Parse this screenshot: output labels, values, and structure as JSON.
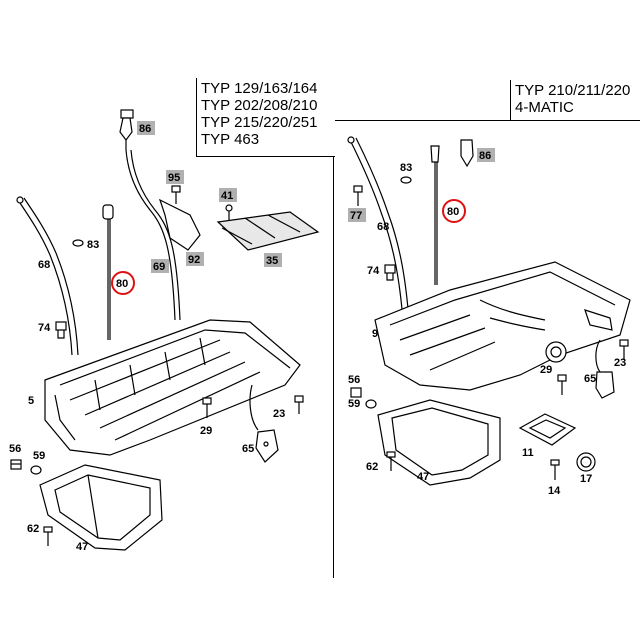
{
  "left_panel": {
    "typ_lines": [
      "TYP 129/163/164",
      "TYP 202/208/210",
      "TYP 215/220/251",
      "TYP 463"
    ]
  },
  "right_panel": {
    "typ_lines": [
      "TYP 210/211/220",
      "4-MATIC"
    ]
  },
  "callouts_left": {
    "c86": "86",
    "c95": "95",
    "c41": "41",
    "c83": "83",
    "c68": "68",
    "c69": "69",
    "c92": "92",
    "c35": "35",
    "c80": "80",
    "c74": "74",
    "c5": "5",
    "c29": "29",
    "c23": "23",
    "c65": "65",
    "c56": "56",
    "c59": "59",
    "c62": "62",
    "c47": "47"
  },
  "callouts_right": {
    "c86": "86",
    "c83": "83",
    "c77": "77",
    "c68": "68",
    "c80": "80",
    "c74": "74",
    "c9": "9",
    "c23": "23",
    "c56": "56",
    "c29": "29",
    "c65": "65",
    "c59": "59",
    "c62": "62",
    "c47": "47",
    "c11": "11",
    "c14": "14",
    "c17": "17"
  },
  "colors": {
    "line": "#000000",
    "shaded_label": "#b0b0b0",
    "highlight_ring": "#e01010",
    "part_fill": "#e8e8e8"
  }
}
